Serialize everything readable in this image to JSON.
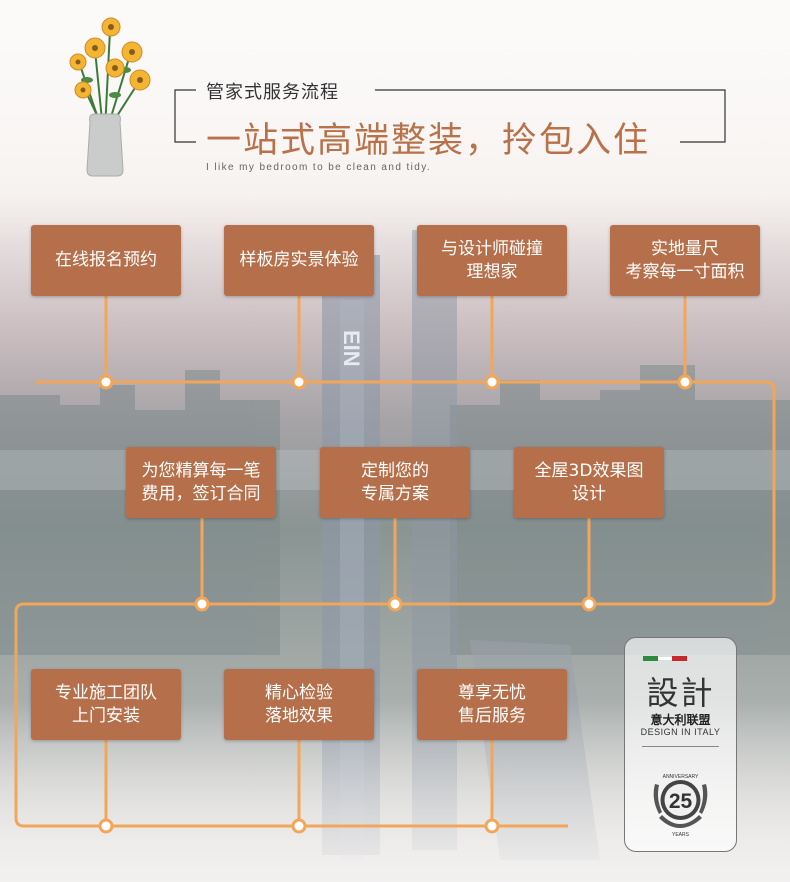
{
  "header": {
    "title": "管家式服务流程",
    "main": "一站式高端整装，拎包入住",
    "subtitle": "I like my bedroom to be clean and tidy."
  },
  "steps": [
    "在线报名预约",
    "样板房实景体验",
    "与设计师碰撞\n理想家",
    "实地量尺\n考察每一寸面积",
    "为您精算每一笔\n费用，签订合同",
    "定制您的\n专属方案",
    "全屋3D效果图\n设计",
    "专业施工团队\n上门安装",
    "精心检验\n落地效果",
    "尊享无忧\n售后服务"
  ],
  "badge": {
    "title": "設計",
    "subtitle_cn": "意大利联盟",
    "subtitle_en": "DESIGN IN ITALY",
    "emblem_number": "25",
    "emblem_top": "ANNIVERSARY",
    "emblem_bottom": "YEARS"
  },
  "colors": {
    "accent": "#b5704b",
    "line": "#f2a65a",
    "flag_green": "#2e8b3e",
    "flag_white": "#ffffff",
    "flag_red": "#c8282c"
  }
}
